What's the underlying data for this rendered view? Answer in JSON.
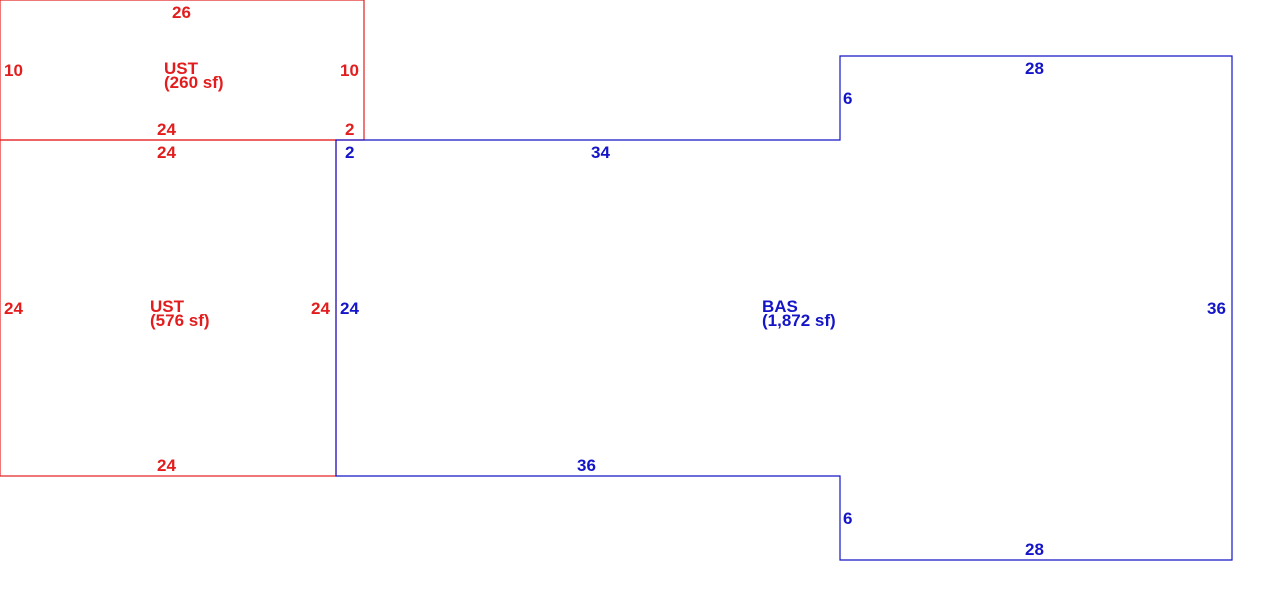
{
  "colors": {
    "ust": "#e31d1d",
    "bas": "#1414c8",
    "background": "#ffffff"
  },
  "areas": {
    "ust_top": {
      "code": "UST",
      "area": "(260 sf)",
      "dims": {
        "top": "26",
        "left": "10",
        "right": "10",
        "bottom": "24",
        "bottom_right": "2"
      }
    },
    "ust_main": {
      "code": "UST",
      "area": "(576 sf)",
      "dims": {
        "top": "24",
        "left": "24",
        "right": "24",
        "bottom": "24"
      }
    },
    "bas": {
      "code": "BAS",
      "area": "(1,872 sf)",
      "dims": {
        "top_left_jog": "2",
        "top": "34",
        "upper_jog": "6",
        "upper_right_top": "28",
        "left": "24",
        "right": "36",
        "bottom": "36",
        "lower_jog": "6",
        "lower_right_bottom": "28"
      }
    }
  }
}
